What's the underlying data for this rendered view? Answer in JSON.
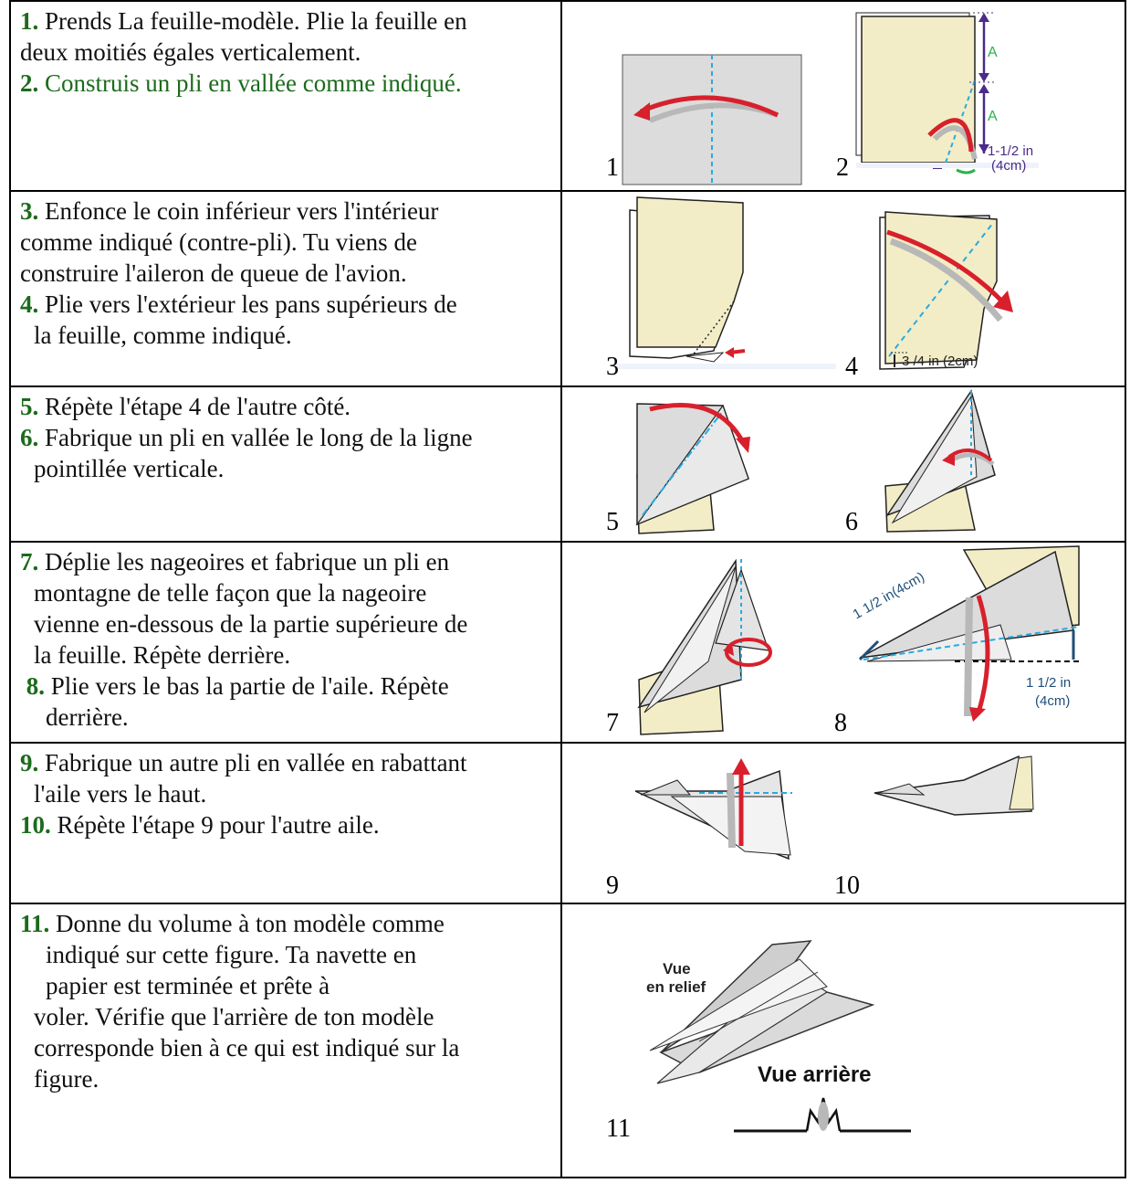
{
  "steps": [
    {
      "lines": [
        {
          "num": "1.",
          "text": "Prends La feuille-modèle.  Plie la feuille en"
        },
        {
          "text": "deux moitiés égales verticalement."
        },
        {
          "num": "2.",
          "text": "Construis un pli en vallée comme indiqué.",
          "green": true
        }
      ],
      "figures": [
        {
          "label": "1"
        },
        {
          "label": "2",
          "annotations": [
            "A",
            "A",
            "1-1/2 in",
            "(4cm)"
          ]
        }
      ]
    },
    {
      "lines": [
        {
          "num": "3.",
          "text": "Enfonce le coin inférieur vers l'intérieur"
        },
        {
          "text": "comme indiqué (contre-pli). Tu viens de"
        },
        {
          "text": "construire l'aileron de queue de l'avion."
        },
        {
          "num": "4.",
          "text": "Plie vers l'extérieur les pans supérieurs de"
        },
        {
          "text": "la feuille, comme indiqué.",
          "indent": true
        }
      ],
      "figures": [
        {
          "label": "3"
        },
        {
          "label": "4",
          "annotations": [
            "3 /4 in (2cm)"
          ]
        }
      ]
    },
    {
      "lines": [
        {
          "num": "5.",
          "text": " Répète l'étape 4 de l'autre côté."
        },
        {
          "num": "6.",
          "text": "Fabrique un pli en vallée le long de la ligne"
        },
        {
          "text": "pointillée verticale.",
          "indent": true
        }
      ],
      "figures": [
        {
          "label": "5"
        },
        {
          "label": "6"
        }
      ]
    },
    {
      "lines": [
        {
          "num": "7.",
          "text": "Déplie les nageoires et fabrique un pli en"
        },
        {
          "text": "montagne de telle façon que la nageoire",
          "indent": true
        },
        {
          "text": "vienne en-dessous de la partie supérieure de",
          "indent": true
        },
        {
          "text": "la feuille. Répète derrière.",
          "indent": true
        },
        {
          "num": "8.",
          "text": "Plie vers le bas la partie de l'aile. Répète",
          "lead": " "
        },
        {
          "text": "derrière.",
          "indent2": true
        }
      ],
      "figures": [
        {
          "label": "7"
        },
        {
          "label": "8",
          "annotations": [
            "1 1/2 in(4cm)",
            "1 1/2 in",
            "(4cm)"
          ]
        }
      ]
    },
    {
      "lines": [
        {
          "num": "9.",
          "text": "Fabrique un autre pli en vallée en rabattant"
        },
        {
          "text": "l'aile vers le haut.",
          "indent": true
        },
        {
          "num": "10.",
          "text": "Répète l'étape 9 pour l'autre aile."
        }
      ],
      "figures": [
        {
          "label": "9"
        },
        {
          "label": "10"
        }
      ]
    },
    {
      "lines": [
        {
          "num": "11.",
          "text": "Donne du volume à ton modèle comme"
        },
        {
          "text": "indiqué sur cette figure. Ta navette en",
          "indent2": true
        },
        {
          "text": "papier est terminée et prête à",
          "indent2": true
        },
        {
          "text": "voler. Vérifie que l'arrière de ton modèle",
          "indent": true
        },
        {
          "text": "corresponde bien à ce qui est indiqué sur la",
          "indent": true
        },
        {
          "text": "figure.",
          "indent": true
        }
      ],
      "figures": [
        {
          "label": "11",
          "annotations": [
            "Vue",
            "en relief",
            "Vue arrière"
          ]
        }
      ]
    }
  ],
  "colors": {
    "number_green": "#1c6b1c",
    "paper": "#f2edc6",
    "grey_paper": "#dcdcdc",
    "arrow_red": "#d8202c",
    "guide_blue": "#29a9e0",
    "dim_purple": "#4b2a8a",
    "dim_green": "#2bb24c",
    "dim_navy": "#1f4e79"
  }
}
